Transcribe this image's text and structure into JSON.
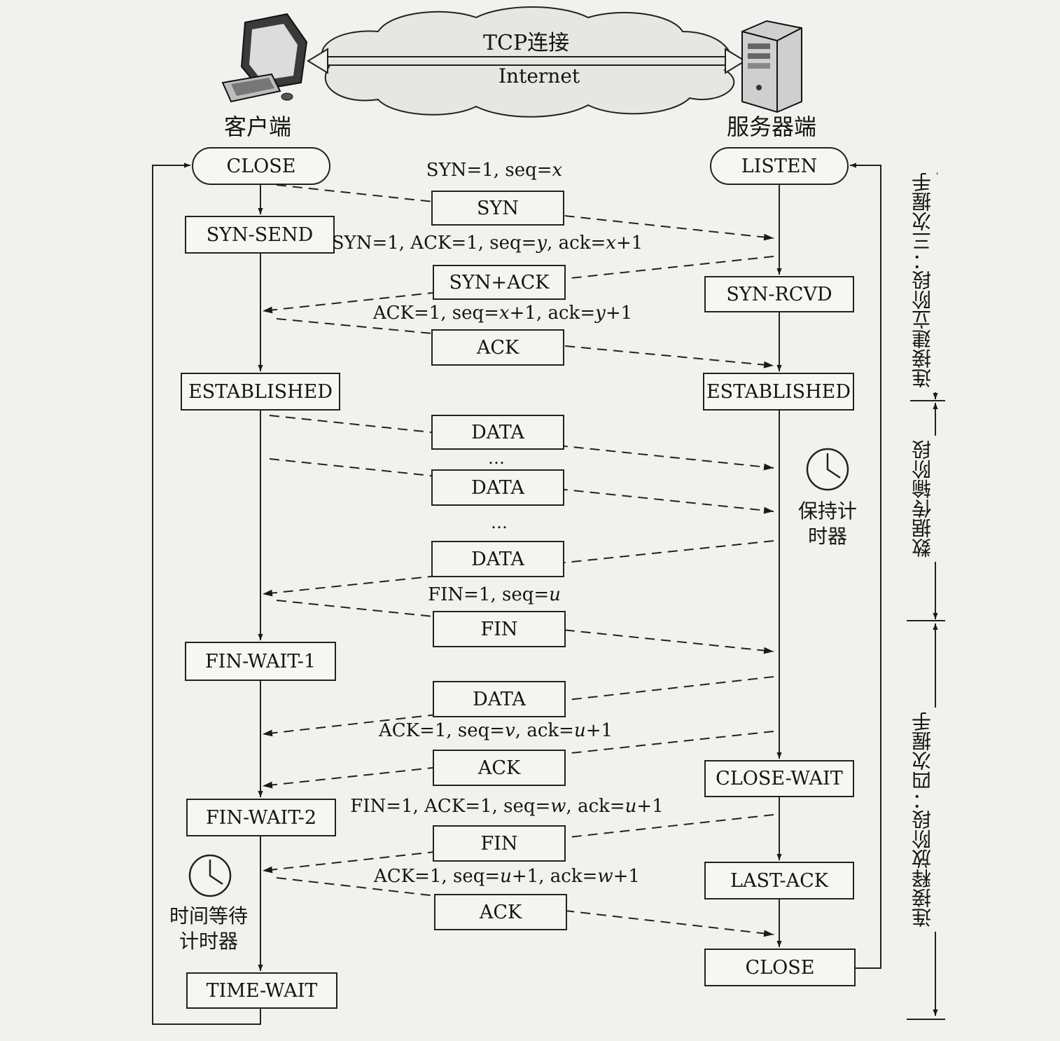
{
  "network": {
    "connection_label": "TCP连接",
    "cloud_label": "Internet"
  },
  "client": {
    "title": "客户端",
    "states": {
      "close": "CLOSE",
      "syn_send": "SYN-SEND",
      "established": "ESTABLISHED",
      "fin_wait_1": "FIN-WAIT-1",
      "fin_wait_2": "FIN-WAIT-2",
      "time_wait": "TIME-WAIT"
    },
    "timer_label": "时间等待计时器"
  },
  "server": {
    "title": "服务器端",
    "states": {
      "listen": "LISTEN",
      "syn_rcvd": "SYN-RCVD",
      "established": "ESTABLISHED",
      "close_wait": "CLOSE-WAIT",
      "last_ack": "LAST-ACK",
      "close": "CLOSE"
    },
    "timer_label": "保持计时器"
  },
  "segments": {
    "syn": "SYN",
    "syn_ack": "SYN+ACK",
    "ack1": "ACK",
    "data1": "DATA",
    "data2": "DATA",
    "data3": "DATA",
    "fin1": "FIN",
    "data4": "DATA",
    "ack2": "ACK",
    "fin2": "FIN",
    "ack3": "ACK"
  },
  "ellipsis": "…",
  "labels": {
    "syn": [
      "SYN=1, seq=",
      {
        "i": "x"
      }
    ],
    "syn_ack": [
      "SYN=1, ACK=1, seq=",
      {
        "i": "y"
      },
      ", ack=",
      {
        "i": "x"
      },
      "+1"
    ],
    "ack1": [
      "ACK=1, seq=",
      {
        "i": "x"
      },
      "+1, ack=",
      {
        "i": "y"
      },
      "+1"
    ],
    "fin1": [
      "FIN=1, seq=",
      {
        "i": "u"
      }
    ],
    "ack2": [
      "ACK=1, seq=",
      {
        "i": "v"
      },
      ", ack=",
      {
        "i": "u"
      },
      "+1"
    ],
    "fin2": [
      "FIN=1, ACK=1, seq=",
      {
        "i": "w"
      },
      ", ack=",
      {
        "i": "u"
      },
      "+1"
    ],
    "ack3": [
      "ACK=1, seq=",
      {
        "i": "u"
      },
      "+1, ack=",
      {
        "i": "w"
      },
      "+1"
    ]
  },
  "phases": {
    "establish": "连接建立阶段：三次握手",
    "transfer": "数据传输阶段",
    "release": "连接释放阶段：四次握手"
  }
}
